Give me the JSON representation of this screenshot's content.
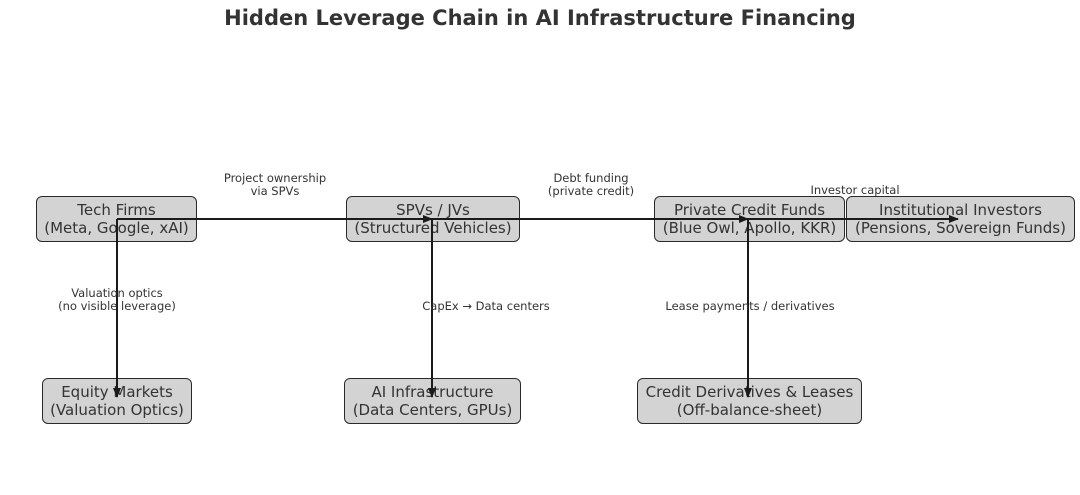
{
  "title": "Hidden Leverage Chain in AI Infrastructure Financing",
  "nodes": {
    "tech_firms": {
      "line1": "Tech Firms",
      "line2": "(Meta, Google, xAI)"
    },
    "spvs_jvs": {
      "line1": "SPVs / JVs",
      "line2": "(Structured Vehicles)"
    },
    "private_credit": {
      "line1": "Private Credit Funds",
      "line2": "(Blue Owl, Apollo, KKR)"
    },
    "institutional": {
      "line1": "Institutional Investors",
      "line2": "(Pensions, Sovereign Funds)"
    },
    "equity_markets": {
      "line1": "Equity Markets",
      "line2": "(Valuation Optics)"
    },
    "ai_infra": {
      "line1": "AI Infrastructure",
      "line2": "(Data Centers, GPUs)"
    },
    "credit_derivs": {
      "line1": "Credit Derivatives & Leases",
      "line2": "(Off-balance-sheet)"
    }
  },
  "edges": {
    "project_ownership": {
      "line1": "Project ownership",
      "line2": "via SPVs"
    },
    "debt_funding": {
      "line1": "Debt funding",
      "line2": "(private credit)"
    },
    "investor_capital": {
      "line1": "Investor capital"
    },
    "valuation_optics": {
      "line1": "Valuation optics",
      "line2": "(no visible leverage)"
    },
    "capex": {
      "line1": "CapEx → Data centers"
    },
    "lease_payments": {
      "line1": "Lease payments / derivatives"
    }
  }
}
